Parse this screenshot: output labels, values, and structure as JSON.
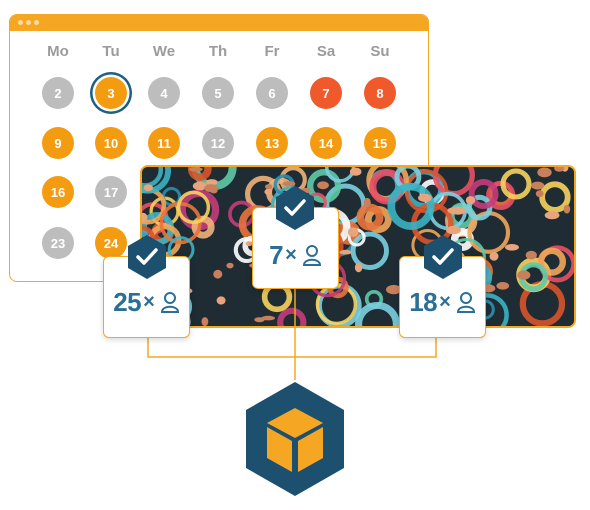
{
  "calendar": {
    "weekdays": [
      "Mo",
      "Tu",
      "We",
      "Th",
      "Fr",
      "Sa",
      "Su"
    ],
    "rows": [
      [
        {
          "n": "2",
          "s": "grey"
        },
        {
          "n": "3",
          "s": "selected"
        },
        {
          "n": "4",
          "s": "grey"
        },
        {
          "n": "5",
          "s": "grey"
        },
        {
          "n": "6",
          "s": "grey"
        },
        {
          "n": "7",
          "s": "red"
        },
        {
          "n": "8",
          "s": "red"
        }
      ],
      [
        {
          "n": "9",
          "s": "orange"
        },
        {
          "n": "10",
          "s": "orange"
        },
        {
          "n": "11",
          "s": "orange"
        },
        {
          "n": "12",
          "s": "grey"
        },
        {
          "n": "13",
          "s": "orange"
        },
        {
          "n": "14",
          "s": "orange"
        },
        {
          "n": "15",
          "s": "orange"
        }
      ],
      [
        {
          "n": "16",
          "s": "orange"
        },
        {
          "n": "17",
          "s": "grey"
        }
      ],
      [
        {
          "n": "23",
          "s": "grey"
        },
        {
          "n": "24",
          "s": "orange"
        }
      ]
    ]
  },
  "cards": {
    "left": {
      "count": "25",
      "times": "×"
    },
    "middle": {
      "count": "7",
      "times": "×"
    },
    "right": {
      "count": "18",
      "times": "×"
    }
  },
  "icons": {
    "check": "check-icon",
    "person": "person-icon",
    "box": "box-icon"
  },
  "colors": {
    "accent": "#f5a623",
    "navy": "#1d4f6e",
    "number": "#2a6f97",
    "grey_day": "#bdbdbd",
    "orange_day": "#f39c12",
    "red_day": "#f0592b"
  }
}
